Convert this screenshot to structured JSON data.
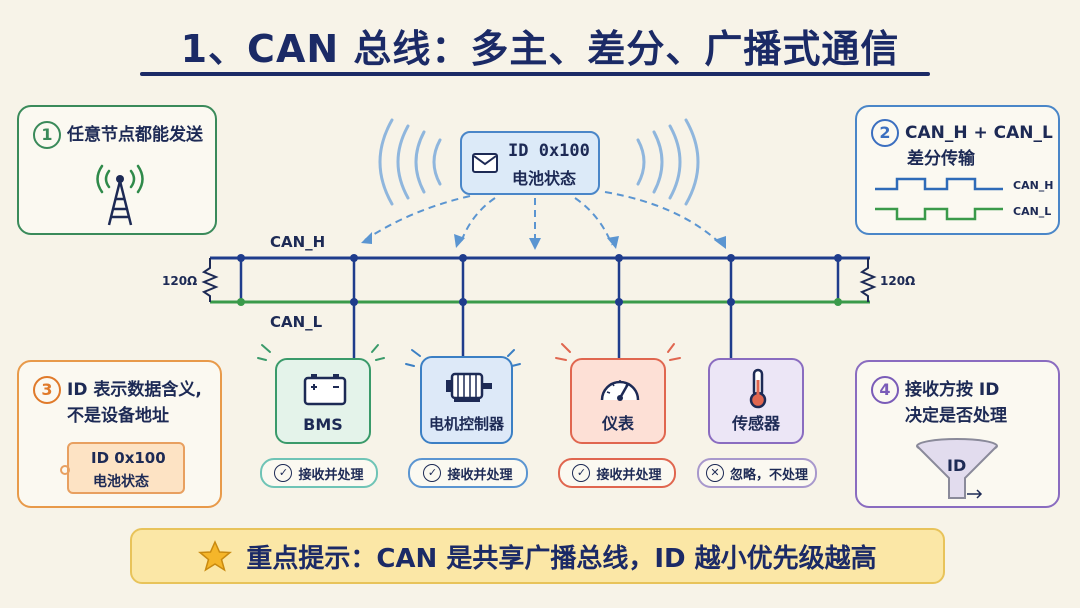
{
  "title": "1、CAN 总线：多主、差分、广播式通信",
  "message": {
    "id": "ID 0x100",
    "desc": "电池状态"
  },
  "bus": {
    "high": "CAN_H",
    "low": "CAN_L",
    "terminator_left": "120Ω",
    "terminator_right": "120Ω"
  },
  "cards": {
    "multi_master": {
      "num": "1",
      "text": "任意节点都能发送"
    },
    "differential": {
      "num": "2",
      "line1": "CAN_H + CAN_L",
      "line2": "差分传输",
      "sig_high": "CAN_H",
      "sig_low": "CAN_L"
    },
    "id_meaning": {
      "num": "3",
      "line1": "ID 表示数据含义,",
      "line2": "不是设备地址",
      "tag_id": "ID 0x100",
      "tag_desc": "电池状态"
    },
    "filter": {
      "num": "4",
      "line1": "接收方按 ID",
      "line2": "决定是否处理",
      "funnel_label": "ID"
    }
  },
  "nodes": [
    {
      "name": "BMS",
      "status": "接收并处理",
      "color": "#3a9a6a",
      "icon": "battery-icon"
    },
    {
      "name": "电机控制器",
      "status": "接收并处理",
      "color": "#3b7fc4",
      "icon": "motor-icon"
    },
    {
      "name": "仪表",
      "status": "接收并处理",
      "color": "#e0664f",
      "icon": "gauge-icon"
    },
    {
      "name": "传感器",
      "status": "忽略，不处理",
      "color": "#8a6cc0",
      "icon": "thermometer-icon"
    }
  ],
  "hint": "重点提示：CAN 是共享广播总线，ID 越小优先级越高"
}
